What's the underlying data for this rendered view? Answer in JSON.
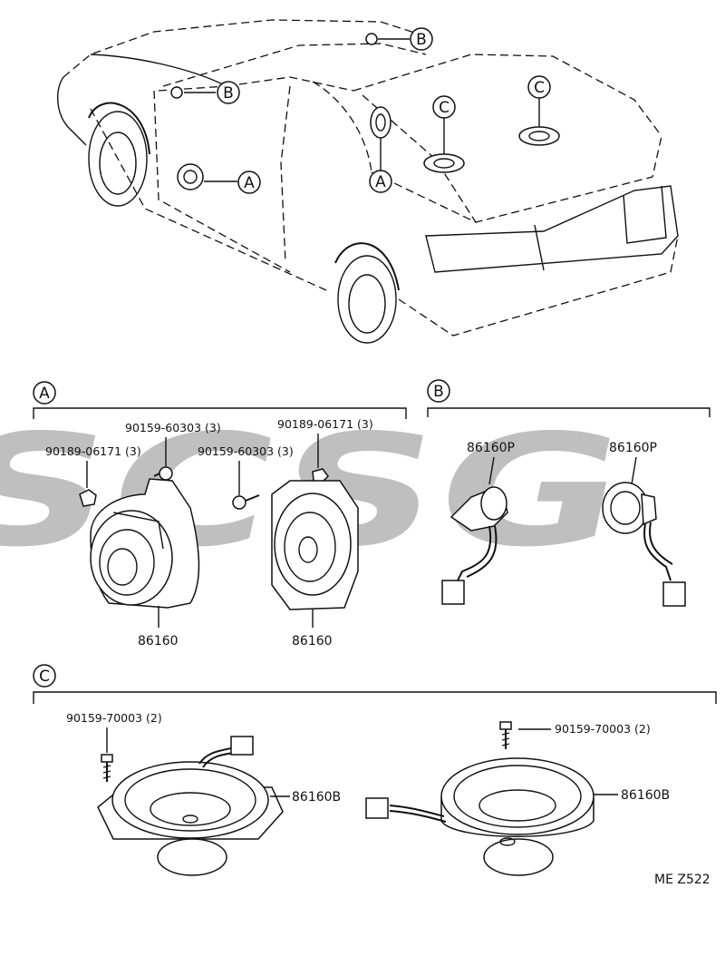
{
  "callouts": {
    "a": "A",
    "b": "B",
    "c": "C"
  },
  "section_a": {
    "id": "A",
    "labels": {
      "bolt_top": "90159-60303 (3)",
      "nut_left": "90189-06171 (3)",
      "bolt_mid": "90159-60303 (3)",
      "nut_right": "90189-06171 (3)",
      "speaker_left": "86160",
      "speaker_right": "86160"
    }
  },
  "section_b": {
    "id": "B",
    "labels": {
      "tweeter_left": "86160P",
      "tweeter_right": "86160P"
    }
  },
  "section_c": {
    "id": "C",
    "labels": {
      "screw_left": "90159-70003 (2)",
      "screw_right": "90159-70003 (2)",
      "speaker_left": "86160B",
      "speaker_right": "86160B"
    }
  },
  "watermark": "SCSG",
  "figure_code": "ME Z522"
}
